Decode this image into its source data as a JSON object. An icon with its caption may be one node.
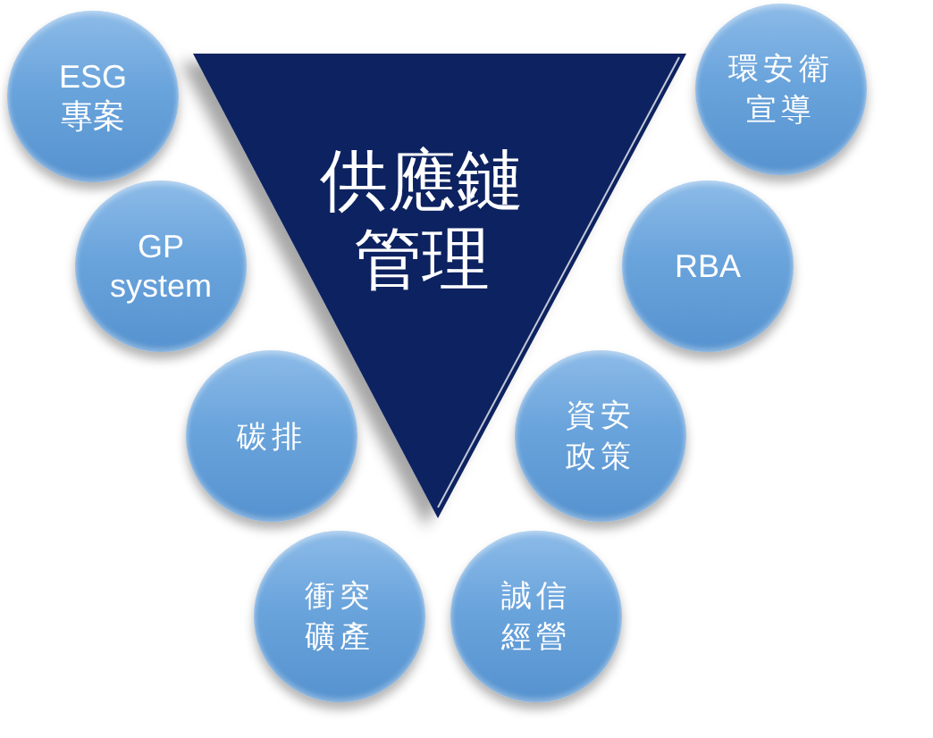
{
  "diagram": {
    "nodes": [
      {
        "text": [
          "供應鏈管理"
        ]
      },
      {
        "text": [
          "ESG 專案"
        ]
      },
      {
        "text": [
          "GP system"
        ]
      },
      {
        "text": [
          "碳排"
        ]
      },
      {
        "text": [
          "衝突礦產"
        ]
      },
      {
        "text": [
          "環安衛宣導"
        ]
      },
      {
        "text": [
          "RBA"
        ]
      },
      {
        "text": [
          "資安政策"
        ]
      },
      {
        "text": [
          "誠信經營"
        ]
      }
    ]
  }
}
